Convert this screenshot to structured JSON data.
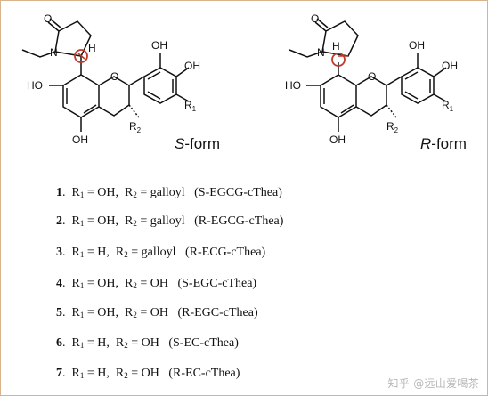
{
  "structures": {
    "left_caption_s": "S",
    "left_caption_rest": "-form",
    "right_caption_r": "R",
    "right_caption_rest": "-form",
    "atom_O": "O",
    "atom_N": "N",
    "atom_H": "H",
    "oh": "OH",
    "ho": "HO",
    "r": "R",
    "sub1": "1",
    "sub2": "2",
    "highlight_color": "#c0392b"
  },
  "compounds": [
    {
      "num": "1",
      "r1": "OH",
      "r2": "galloyl",
      "name": "(S-EGCG-cThea)"
    },
    {
      "num": "2",
      "r1": "OH",
      "r2": "galloyl",
      "name": "(R-EGCG-cThea)"
    },
    {
      "num": "3",
      "r1": "H",
      "r2": "galloyl",
      "name": "(R-ECG-cThea)"
    },
    {
      "num": "4",
      "r1": "OH",
      "r2": "OH",
      "name": "(S-EGC-cThea)"
    },
    {
      "num": "5",
      "r1": "OH",
      "r2": "OH",
      "name": "(R-EGC-cThea)"
    },
    {
      "num": "6",
      "r1": "H",
      "r2": "OH",
      "name": "(S-EC-cThea)"
    },
    {
      "num": "7",
      "r1": "H",
      "r2": "OH",
      "name": "(R-EC-cThea)"
    }
  ],
  "watermark": "知乎 @远山爱喝茶"
}
